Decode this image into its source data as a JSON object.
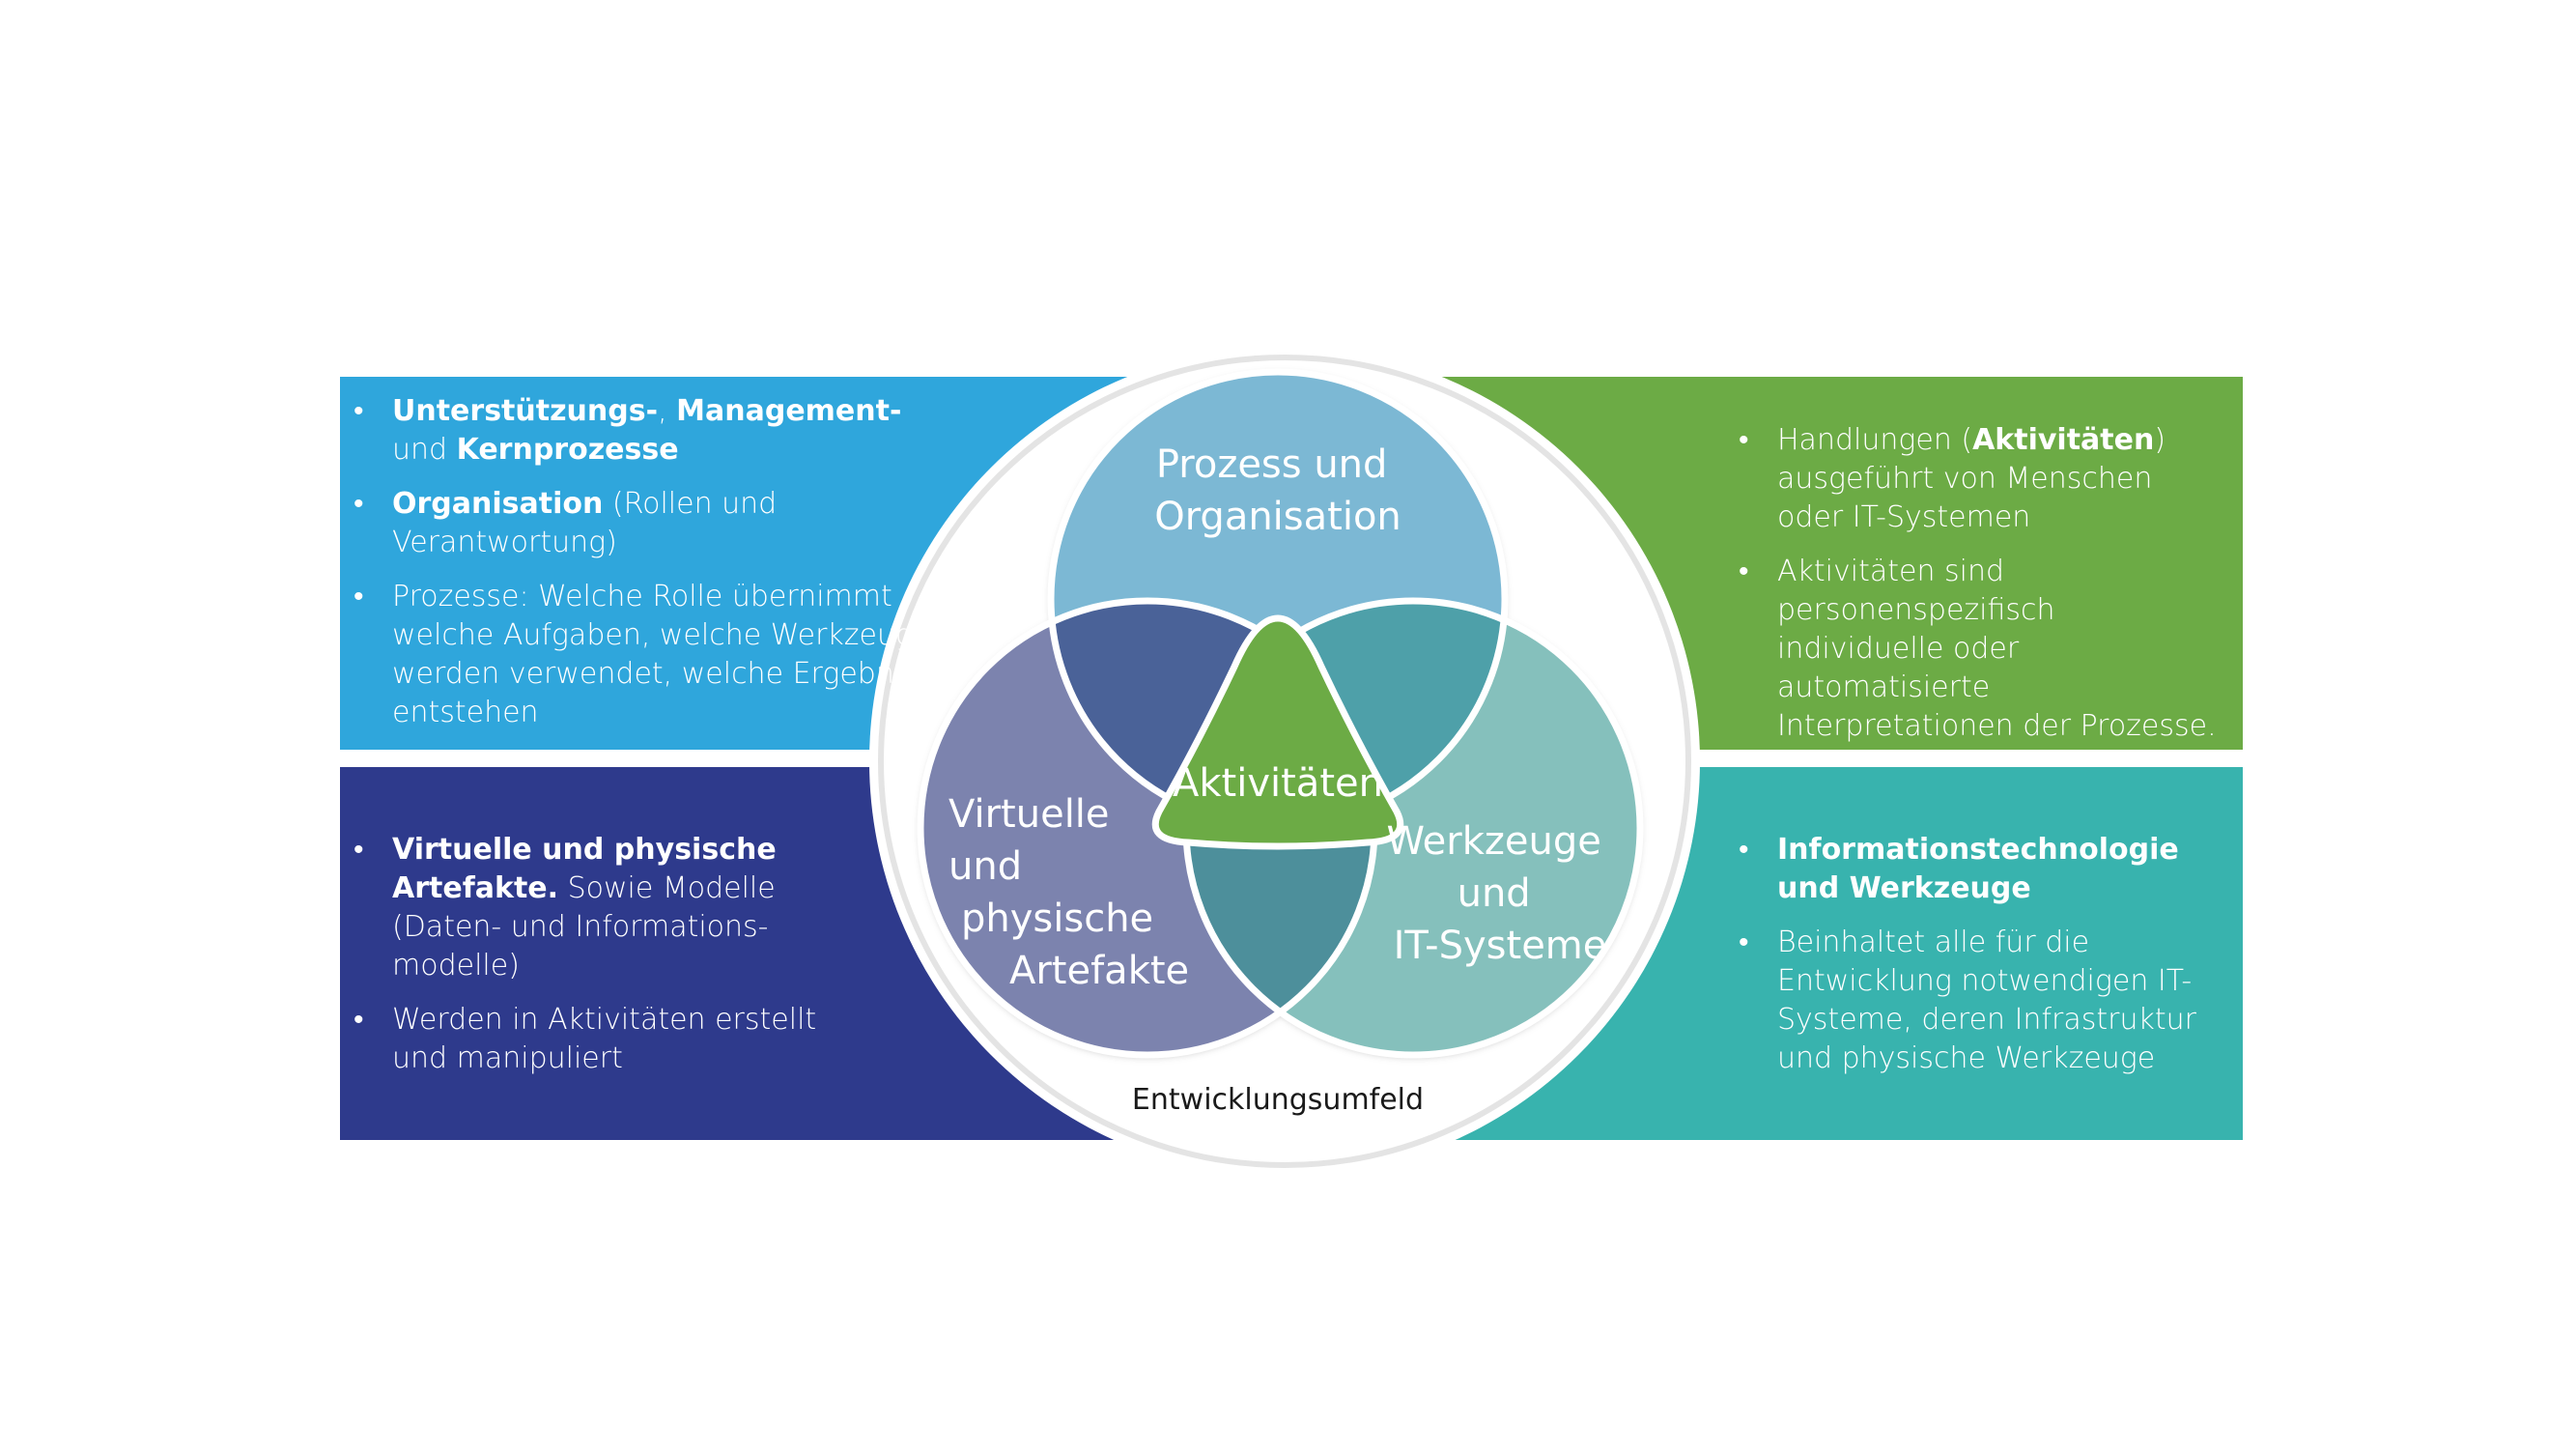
{
  "colors": {
    "panel_top_left": "#2fa6dc",
    "panel_bottom_left": "#2e3a8c",
    "panel_top_right": "#6cab45",
    "panel_bottom_right": "#38b3ae",
    "circle_prozess": "#7cb8d4",
    "circle_artefakte": "#7b83ae",
    "circle_werkzeuge": "#85c0bc",
    "overlap_prozess_artefakte": "#4a6298",
    "overlap_prozess_werkzeuge": "#4ea0a9",
    "overlap_artefakte_werkzeuge": "#4d8f9b",
    "center_aktivitaeten": "#6cab45"
  },
  "circles": {
    "prozess": {
      "line1": "Prozess und",
      "line2": "Organisation"
    },
    "artefakte": {
      "line1": "Virtuelle",
      "line2": "und",
      "line3": "physische",
      "line4": "Artefakte"
    },
    "werkzeuge": {
      "line1": "Werkzeuge",
      "line2": "und",
      "line3": "IT-Systeme"
    },
    "center": "Aktivitäten",
    "environment": "Entwicklungsumfeld"
  },
  "panels": {
    "top_left": {
      "b1_bold1": "Unterstützungs-",
      "b1_sep": ", ",
      "b1_bold2": "Management-",
      "b1_plain": " und ",
      "b1_bold3": "Kernprozesse",
      "b2_bold": "Organisation",
      "b2_plain": " (Rollen und Verantwortung)",
      "b3": "Prozesse: Welche Rolle übernimmt welche Aufgaben, welche Werkzeuge werden verwendet, welche Ergebnisse entstehen"
    },
    "bottom_left": {
      "b1_bold": "Virtuelle und physische Artefakte.",
      "b1_plain": " Sowie Modelle (Daten- und Informations-modelle)",
      "b2": "Werden in Aktivitäten erstellt und manipuliert"
    },
    "top_right": {
      "b1_plain1": "Handlungen (",
      "b1_bold": "Aktivitäten",
      "b1_plain2": ") ausgeführt von Menschen oder IT-Systemen",
      "b2": "Aktivitäten sind personenspezifisch individuelle oder automatisierte Interpretationen der Prozesse."
    },
    "bottom_right": {
      "b1_bold": "Informationstechnologie und Werkzeuge",
      "b2": "Beinhaltet alle für die Entwicklung notwendigen IT-Systeme, deren Infrastruktur und physische Werkzeuge"
    },
    "bullet": "•"
  }
}
